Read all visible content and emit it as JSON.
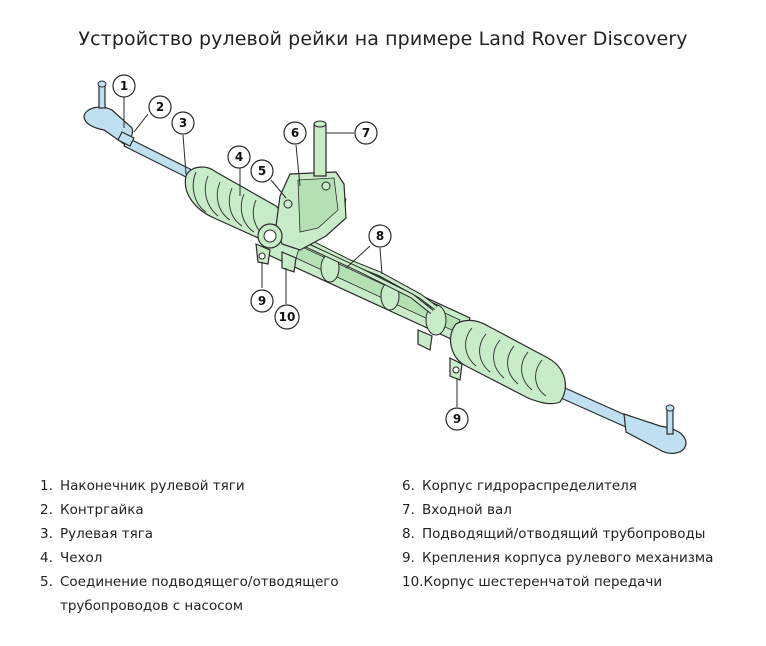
{
  "title": "Устройство рулевой рейки на примере Land Rover Discovery",
  "callouts": {
    "c1": "1",
    "c2": "2",
    "c3": "3",
    "c4": "4",
    "c5": "5",
    "c6": "6",
    "c7": "7",
    "c8": "8",
    "c9a": "9",
    "c9b": "9",
    "c10": "10"
  },
  "legend_left": [
    {
      "num": "1.",
      "text": "Наконечник рулевой тяги"
    },
    {
      "num": "2.",
      "text": "Контргайка"
    },
    {
      "num": "3.",
      "text": "Рулевая тяга"
    },
    {
      "num": "4.",
      "text": "Чехол"
    },
    {
      "num": "5.",
      "text": "Соединение подводящего/отводящего трубопроводов с насосом"
    }
  ],
  "legend_right": [
    {
      "num": "6.",
      "text": "Корпус гидрораспределителя"
    },
    {
      "num": "7.",
      "text": "Входной вал"
    },
    {
      "num": "8.",
      "text": "Подводящий/отводящий трубопроводы"
    },
    {
      "num": "9.",
      "text": "Крепления корпуса рулевого механизма"
    },
    {
      "num": "10.",
      "text": "Корпус шестеренчатой передачи"
    }
  ],
  "colors": {
    "green_fill": "#c8ecc8",
    "blue_fill": "#bfe0f0",
    "outline": "#2a2a2a"
  }
}
